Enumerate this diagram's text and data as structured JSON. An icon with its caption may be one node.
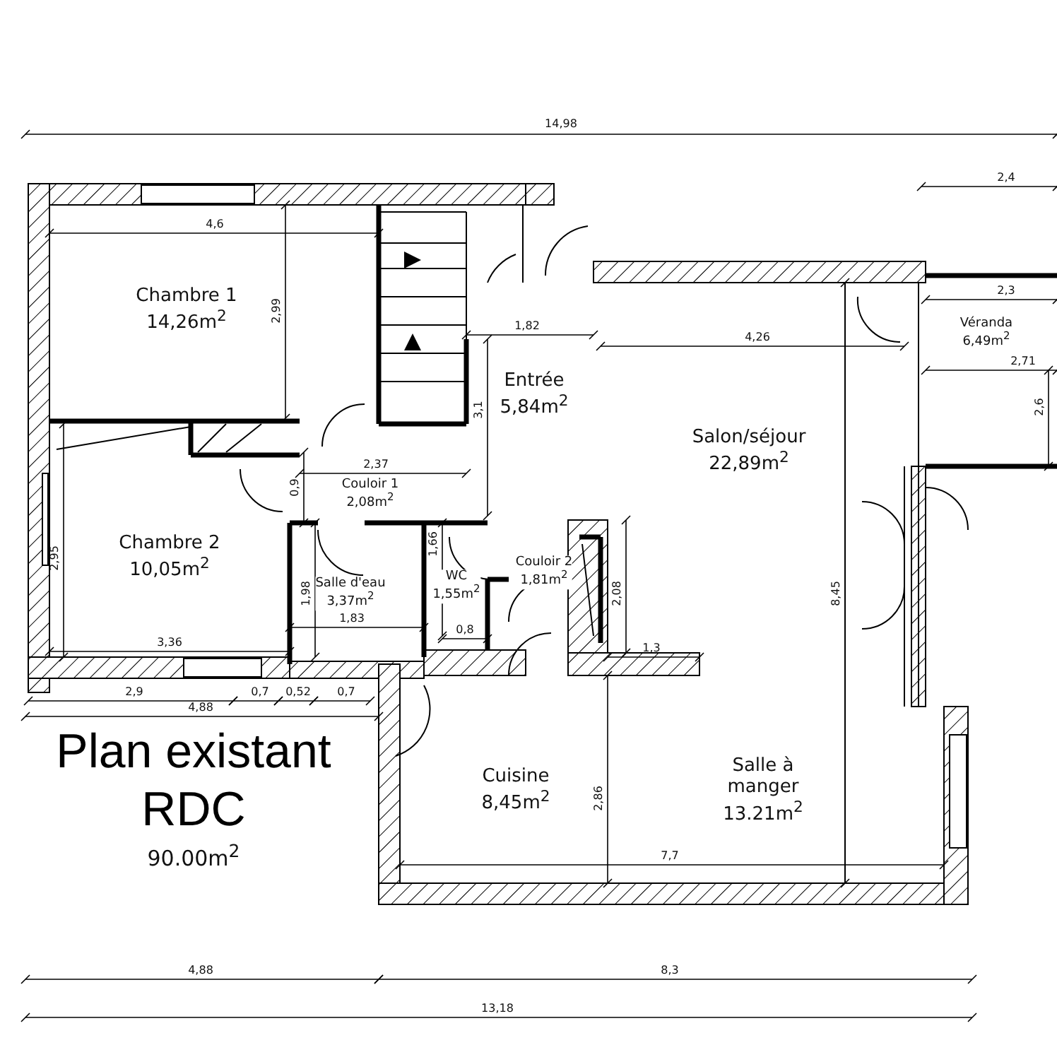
{
  "diagram": {
    "title": "Plan existant RDC",
    "nodes": [
      {
        "text": [
          "Chambre 1",
          "14,26m$^{2}$"
        ]
      },
      {
        "text": [
          "Chambre 2",
          "10,05m$^{2}$"
        ]
      },
      {
        "text": [
          "Couloir 1",
          "2,08m$^{2}$"
        ]
      },
      {
        "text": [
          "Salle d'eau",
          "3,37m$^{2}$"
        ]
      },
      {
        "text": [
          "WC",
          "1,55m$^{2}$"
        ]
      },
      {
        "text": [
          "Couloir 2",
          "1,81m$^{2}$"
        ]
      },
      {
        "text": [
          "Entrée",
          "5,84m$^{2}$"
        ]
      },
      {
        "text": [
          "Salon/séjour",
          "22,89m$^{2}$"
        ]
      },
      {
        "text": [
          "Véranda",
          "6,49m$^{2}$"
        ]
      },
      {
        "text": [
          "Cuisine",
          "8,45m$^{2}$"
        ]
      },
      {
        "text": [
          "Salle à manger",
          "13.21m$^{2}$"
        ]
      }
    ],
    "labels": [
      "14,98",
      "2,4",
      "4,6",
      "2,3",
      "2,99",
      "1,82",
      "4,26",
      "2,71",
      "3,1",
      "2,6",
      "2,37",
      "0,9",
      "2,95",
      "1,66",
      "1,98",
      "1,83",
      "0,8",
      "2,08",
      "8,45",
      "3,36",
      "1,3",
      "2,9",
      "0,7",
      "0,52",
      "0,7",
      "4,88",
      "2,86",
      "7,7",
      "4,88",
      "8,3",
      "13,18",
      "90.00m$^{2}$"
    ]
  }
}
